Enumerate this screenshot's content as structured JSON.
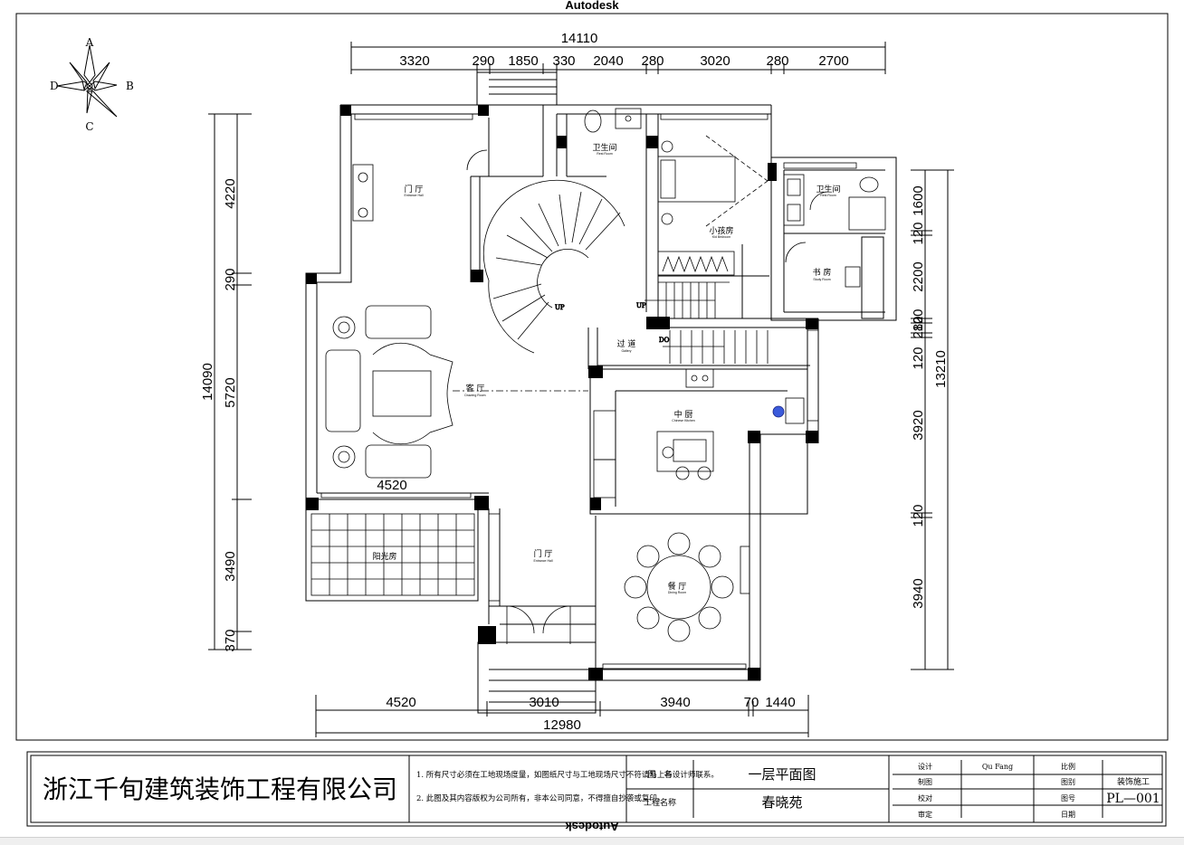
{
  "watermark": "Autodesk",
  "compass": {
    "a": "A",
    "b": "B",
    "c": "C",
    "d": "D"
  },
  "top_dims": {
    "total": "14110",
    "segments": [
      "3320",
      "290",
      "1850",
      "330",
      "2040",
      "280",
      "3020",
      "280",
      "2700"
    ]
  },
  "bottom_dims": {
    "total": "12980",
    "segments": [
      "4520",
      "3010",
      "3940",
      "70",
      "1440"
    ]
  },
  "left_dims": {
    "total": "14090",
    "segments": [
      "4220",
      "290",
      "5720",
      "3490",
      "370"
    ]
  },
  "right_dims": {
    "total": "13210",
    "segments": [
      "1600",
      "120",
      "2200",
      "120",
      "280",
      "120",
      "3920",
      "120",
      "3940"
    ]
  },
  "inner_dim": "4520",
  "rooms": {
    "entrance_top": {
      "cn": "门 厅",
      "en": "Entrance Hall"
    },
    "guest_bath": {
      "cn": "卫生间",
      "en": "Rest Room"
    },
    "kids_room": {
      "cn": "小孩房",
      "en": "Kid Bedroom"
    },
    "bath2": {
      "cn": "卫生间",
      "en": "Rest Room"
    },
    "study": {
      "cn": "书 房",
      "en": "Study Room"
    },
    "living": {
      "cn": "客 厅",
      "en": "Drawing Room"
    },
    "corridor": {
      "cn": "过 道",
      "en": "Gallery"
    },
    "kitchen": {
      "cn": "中 厨",
      "en": "Chinese Kitchen"
    },
    "sunroom": {
      "cn": "阳光房",
      "en": ""
    },
    "entrance_bottom": {
      "cn": "门 厅",
      "en": "Entrance Hall"
    },
    "dining": {
      "cn": "餐 厅",
      "en": "Dining Room"
    }
  },
  "stair_labels": {
    "up1": "UP",
    "up2": "UP",
    "down": "DO"
  },
  "title_block": {
    "company": "浙江千旬建筑装饰工程有限公司",
    "notes": [
      "1. 所有尺寸必须在工地现场度量，如图纸尺寸与工地现场尺寸不符请马上与设计师联系。",
      "2. 此图及其内容版权为公司所有，非本公司同意，不得擅自抄袭或复印。"
    ],
    "drawing_name_label": "图　名",
    "drawing_name": "一层平面图",
    "project_label": "工程名称",
    "project": "春晓苑",
    "design_label": "设计",
    "designer": "Qu Fang",
    "draw_label": "制图",
    "check_label": "校对",
    "approve_label": "审定",
    "scale_label": "比例",
    "category_label": "图别",
    "category": "装饰施工",
    "number_label": "图号",
    "number": "PL—001",
    "date_label": "日期"
  }
}
